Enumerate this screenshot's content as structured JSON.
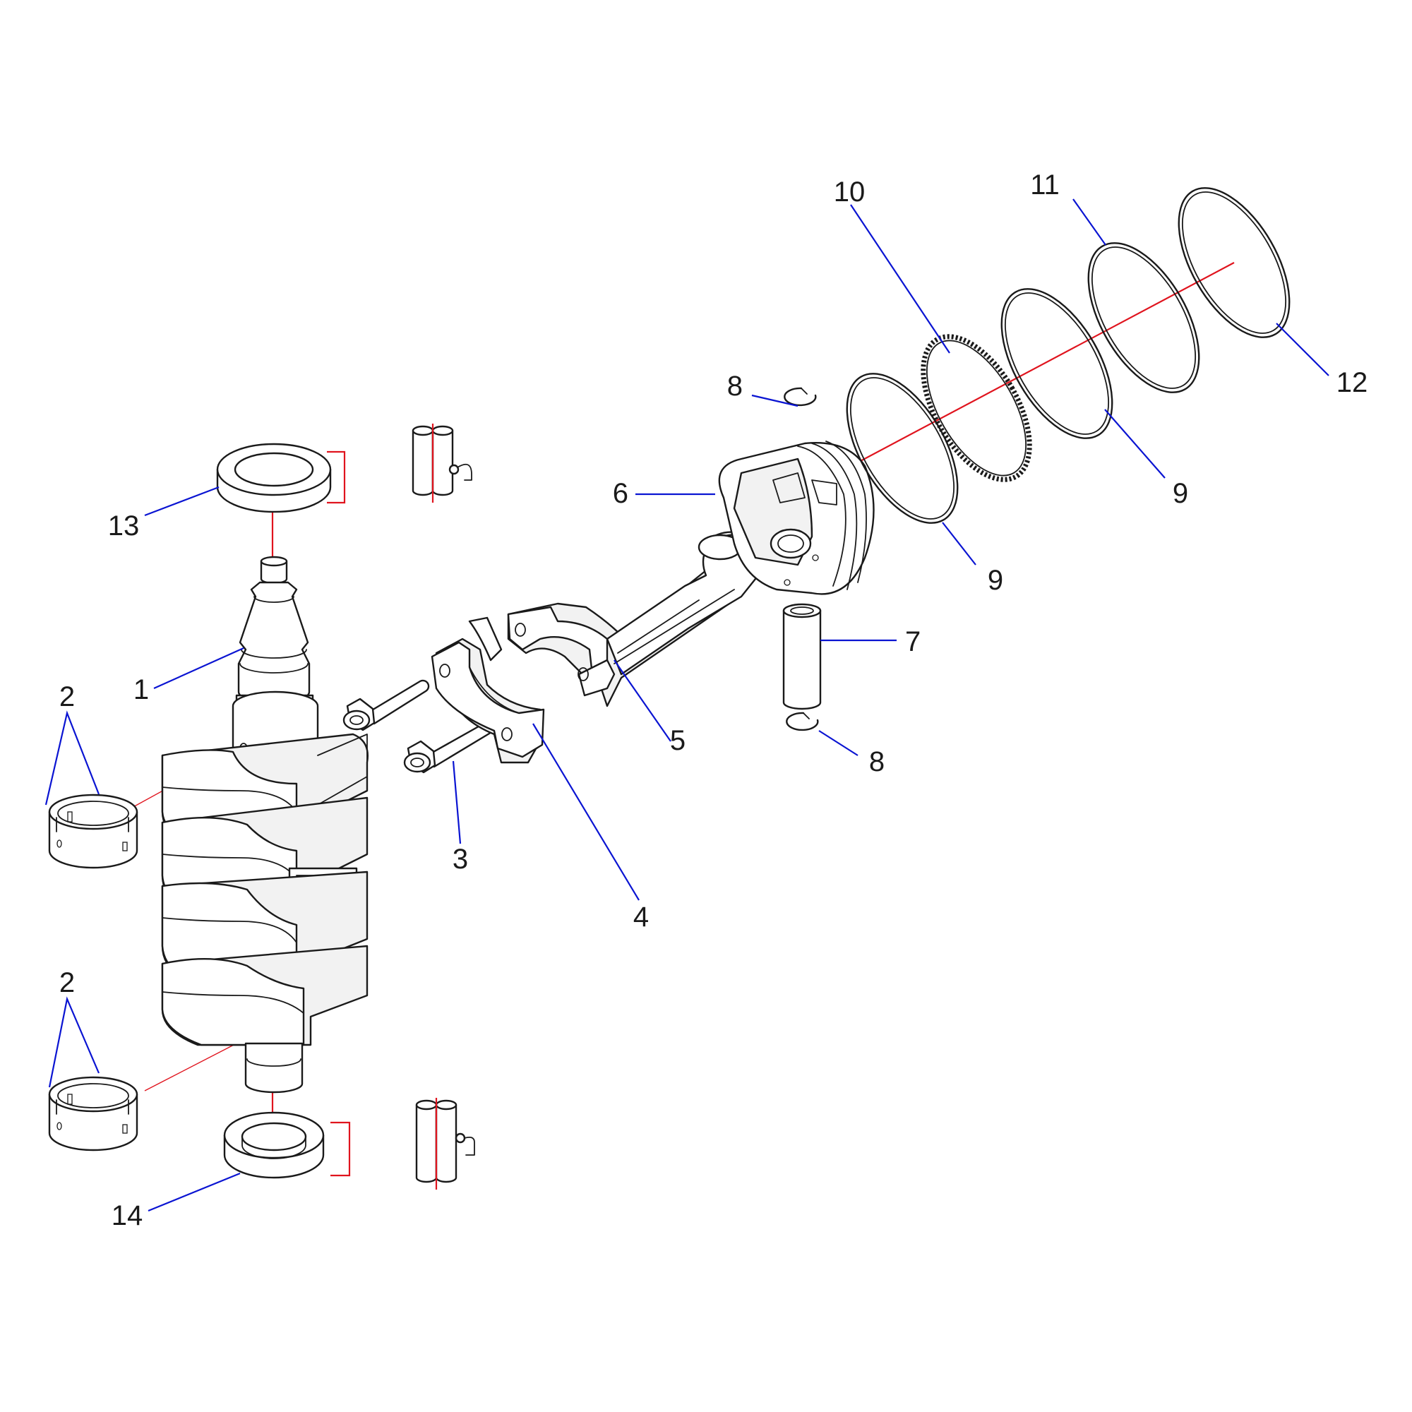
{
  "colors": {
    "leader": "#0a14d2",
    "axis": "#e0141e",
    "part_line": "#1a1a1a",
    "background": "#ffffff"
  },
  "callouts": [
    {
      "id": "1",
      "label": "1"
    },
    {
      "id": "2a",
      "label": "2"
    },
    {
      "id": "2b",
      "label": "2"
    },
    {
      "id": "3",
      "label": "3"
    },
    {
      "id": "4",
      "label": "4"
    },
    {
      "id": "5",
      "label": "5"
    },
    {
      "id": "6",
      "label": "6"
    },
    {
      "id": "7",
      "label": "7"
    },
    {
      "id": "8a",
      "label": "8"
    },
    {
      "id": "8b",
      "label": "8"
    },
    {
      "id": "9a",
      "label": "9"
    },
    {
      "id": "9b",
      "label": "9"
    },
    {
      "id": "10",
      "label": "10"
    },
    {
      "id": "11",
      "label": "11"
    },
    {
      "id": "12",
      "label": "12"
    },
    {
      "id": "13",
      "label": "13"
    },
    {
      "id": "14",
      "label": "14"
    }
  ],
  "icons": [
    "grease-tube-icon-top",
    "grease-tube-icon-bottom"
  ]
}
